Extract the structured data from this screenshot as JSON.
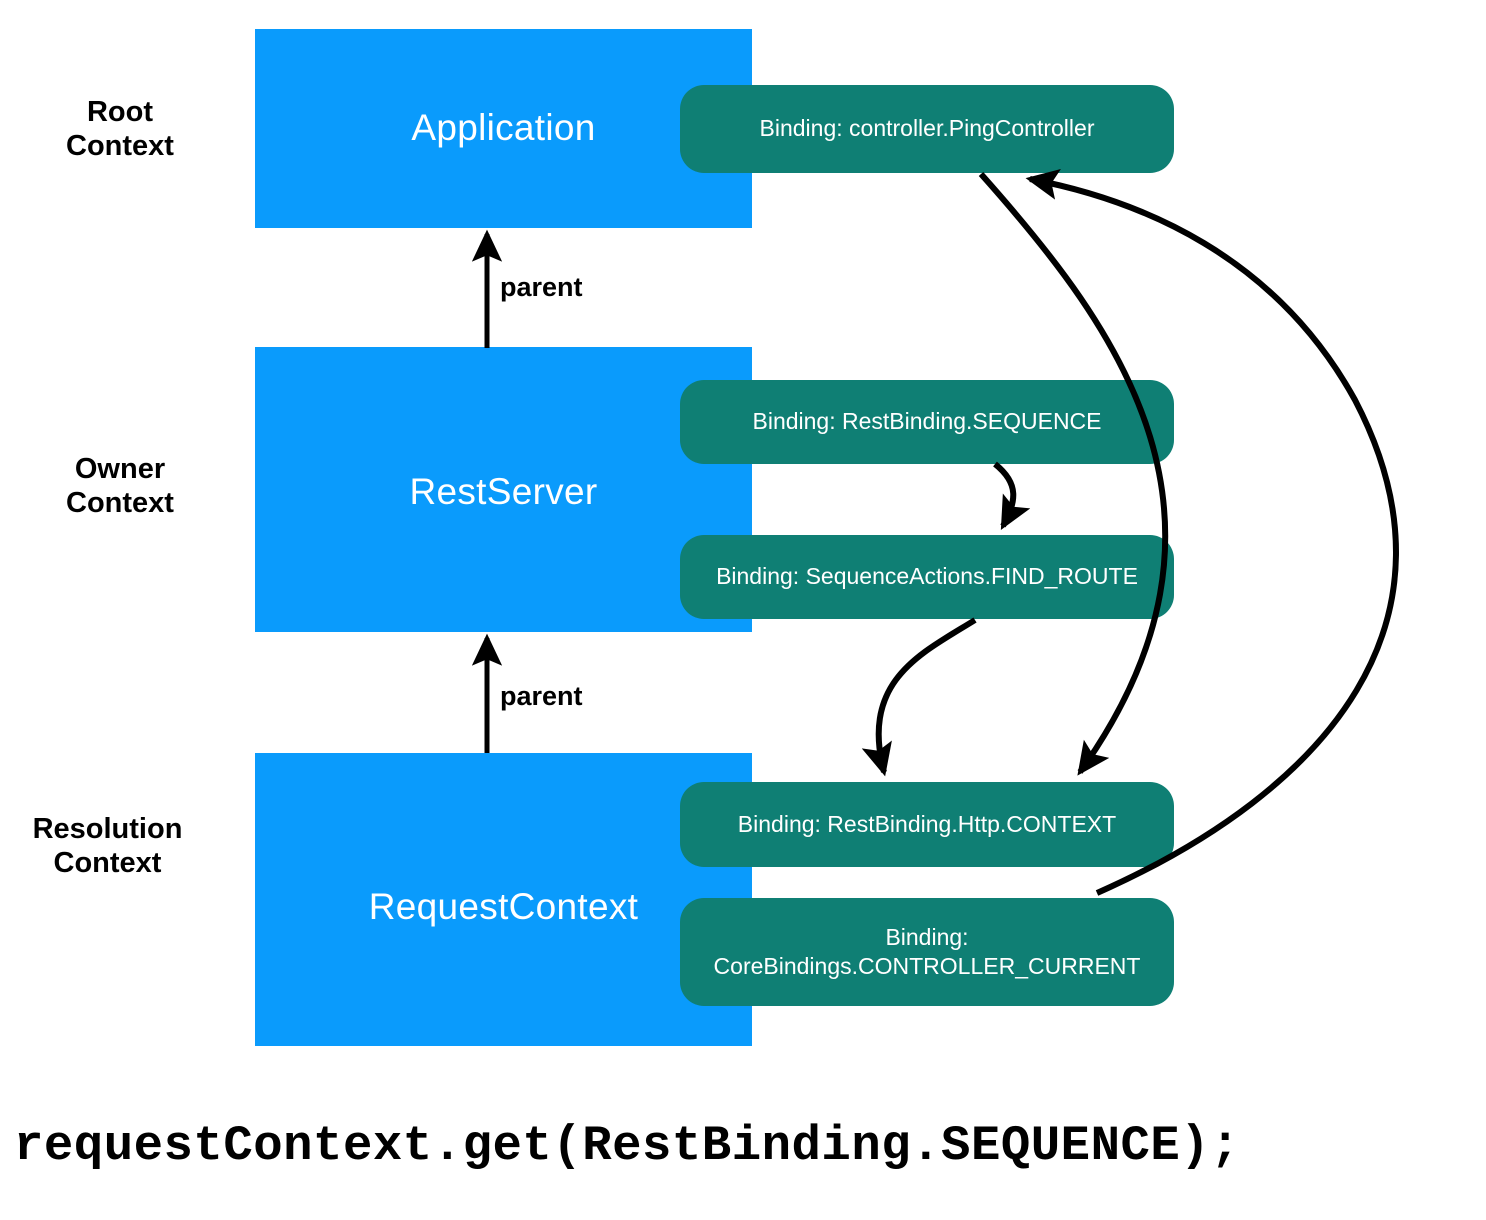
{
  "diagram": {
    "title_code": "requestContext.get(RestBinding.SEQUENCE);",
    "colors": {
      "context_box": "#0A9BFC",
      "binding_pill": "#0F7F74",
      "arrow": "#000000",
      "background": "#FFFFFF",
      "text_on_color": "#FFFFFF",
      "text_label": "#000000"
    },
    "rows": [
      {
        "label": "Root\nContext",
        "context_name": "Application",
        "bindings": [
          "Binding: controller.PingController"
        ]
      },
      {
        "label": "Owner\nContext",
        "context_name": "RestServer",
        "bindings": [
          "Binding: RestBinding.SEQUENCE",
          "Binding: SequenceActions.FIND_ROUTE"
        ]
      },
      {
        "label": "Resolution\nContext",
        "context_name": "RequestContext",
        "bindings": [
          "Binding: RestBinding.Http.CONTEXT",
          "Binding:\nCoreBindings.CONTROLLER_CURRENT"
        ]
      }
    ],
    "edges": [
      {
        "label": "parent",
        "from": "RestServer",
        "to": "Application"
      },
      {
        "label": "parent",
        "from": "RequestContext",
        "to": "RestServer"
      },
      {
        "label": "",
        "from": "Binding: RestBinding.SEQUENCE",
        "to": "Binding: SequenceActions.FIND_ROUTE"
      },
      {
        "label": "",
        "from": "Binding: SequenceActions.FIND_ROUTE",
        "to": "Binding: RestBinding.Http.CONTEXT"
      },
      {
        "label": "",
        "from": "Binding: controller.PingController",
        "to": "Binding: RestBinding.Http.CONTEXT"
      },
      {
        "label": "",
        "from": "Binding: CoreBindings.CONTROLLER_CURRENT",
        "to": "Binding: controller.PingController"
      }
    ]
  }
}
